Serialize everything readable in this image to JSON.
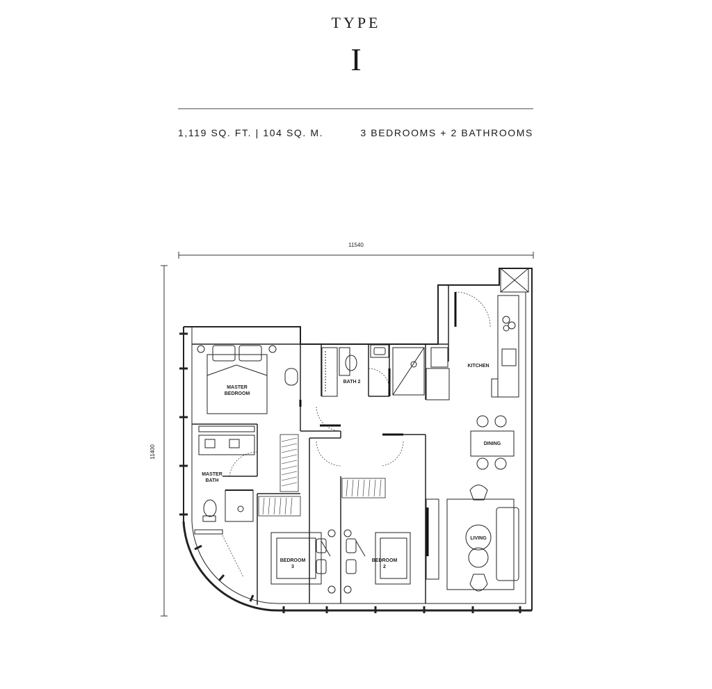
{
  "header": {
    "type_label": "TYPE",
    "type_letter": "I",
    "area": "1,119 SQ. FT.  |  104 SQ. M.",
    "rooms": "3 BEDROOMS + 2 BATHROOMS"
  },
  "dimensions": {
    "width": "11540",
    "height": "11400"
  },
  "rooms": {
    "master_bedroom": [
      "MASTER",
      "BEDROOM"
    ],
    "master_bath": [
      "MASTER",
      "BATH"
    ],
    "bath2": "BATH 2",
    "kitchen": "KITCHEN",
    "dining": "DINING",
    "living": "LIVING",
    "bedroom3": [
      "BEDROOM",
      "3"
    ],
    "bedroom2": [
      "BEDROOM",
      "2"
    ]
  }
}
